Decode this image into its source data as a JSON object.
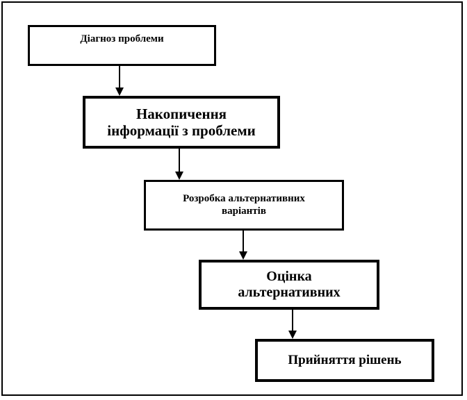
{
  "diagram": {
    "steps": [
      {
        "label": "Діагноз проблеми"
      },
      {
        "label": "Накопичення\nінформації з проблеми"
      },
      {
        "label": "Розробка альтернативних\nваріантів"
      },
      {
        "label": "Оцінка\nальтернативних"
      },
      {
        "label": "Прийняття рішень"
      }
    ]
  }
}
